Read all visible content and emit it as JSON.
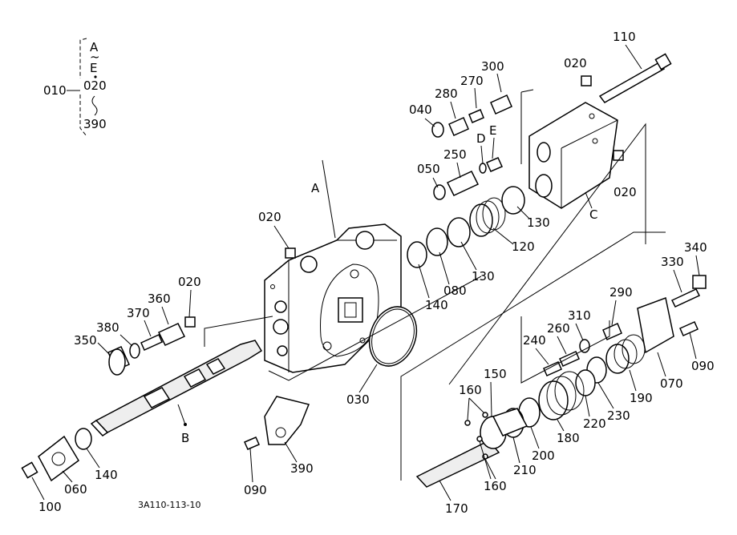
{
  "drawing_code": "3A110-113-10",
  "legend": {
    "range_start": "A",
    "range_tilde": "~",
    "range_end": "E",
    "assembly_no": "010",
    "first_part": "020",
    "last_part": "390"
  },
  "callouts": {
    "p020_top": "020",
    "p020_right": "020",
    "p020_valve": "020",
    "p020_left": "020",
    "p030": "030",
    "p040": "040",
    "p050": "050",
    "p060": "060",
    "p070": "070",
    "p080": "080",
    "p090_left": "090",
    "p090_right": "090",
    "p100": "100",
    "p110": "110",
    "p120": "120",
    "p130_a": "130",
    "p130_b": "130",
    "p140_a": "140",
    "p140_b": "140",
    "p150": "150",
    "p160_a": "160",
    "p160_b": "160",
    "p170": "170",
    "p180": "180",
    "p190": "190",
    "p200": "200",
    "p210": "210",
    "p220": "220",
    "p230": "230",
    "p240": "240",
    "p250": "250",
    "p260": "260",
    "p270": "270",
    "p280": "280",
    "p290": "290",
    "p300": "300",
    "p310": "310",
    "p330": "330",
    "p340": "340",
    "p350": "350",
    "p360": "360",
    "p370": "370",
    "p380": "380",
    "p390": "390",
    "ref_A": "A",
    "ref_B": "B",
    "ref_C": "C",
    "ref_D": "D",
    "ref_E": "E"
  }
}
